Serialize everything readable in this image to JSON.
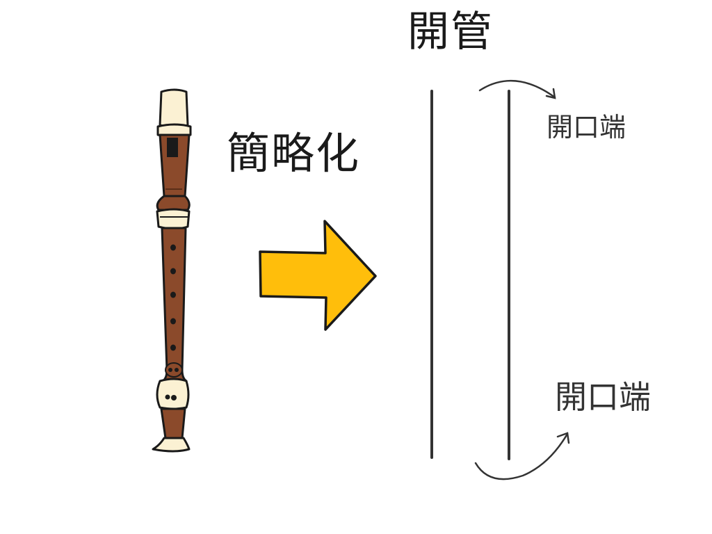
{
  "title": "開管",
  "simplify_label": "簡略化",
  "open_end_top": "開口端",
  "open_end_bottom": "開口端",
  "colors": {
    "arrow_fill": "#FFBE0B",
    "wood_brown": "#8B4A2B",
    "ivory": "#FBF1D3",
    "outline": "#1a1a1a",
    "tube_line": "#333333"
  },
  "icons": {
    "instrument": "recorder-icon",
    "transform_arrow": "right-arrow-icon",
    "top_curve": "curved-arrow-icon",
    "bottom_curve": "curved-arrow-icon"
  }
}
